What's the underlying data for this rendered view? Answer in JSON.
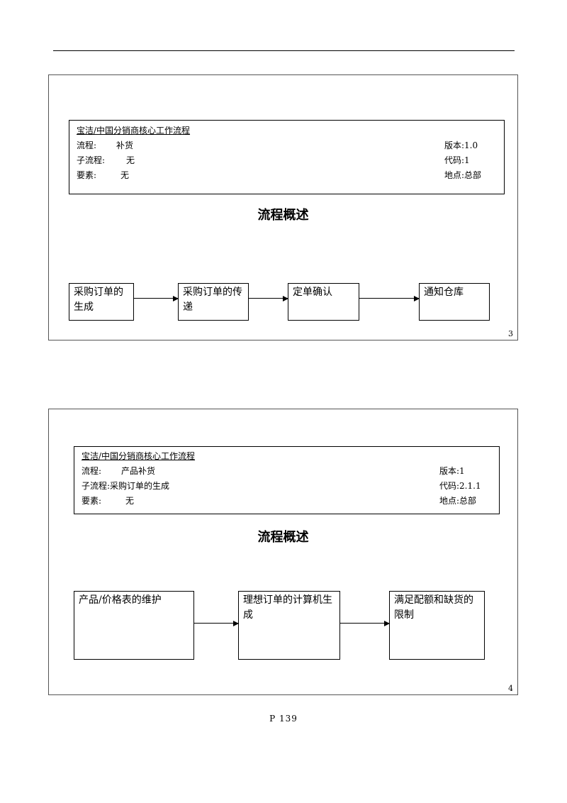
{
  "slides": [
    {
      "header": {
        "title": "宝洁/中国分销商核心工作流程",
        "flow_label": "流程:",
        "flow_value": "补货",
        "subflow_label": "子流程:",
        "subflow_value": "无",
        "element_label": "要素:",
        "element_value": "无",
        "version": "版本:1.0",
        "code": "代码:1",
        "location": "地点:总部"
      },
      "section_title": "流程概述",
      "steps": [
        "采购订单的生成",
        "采购订单的传递",
        "定单确认",
        "通知仓库"
      ],
      "number": "3"
    },
    {
      "header": {
        "title": "宝洁/中国分销商核心工作流程",
        "flow_label": "流程:",
        "flow_value": "产品补货",
        "subflow_label": "子流程:",
        "subflow_value": "采购订单的生成",
        "element_label": "要素:",
        "element_value": "无",
        "version": "版本:1",
        "code": "代码:2.1.1",
        "location": "地点:总部"
      },
      "section_title": "流程概述",
      "steps": [
        "产品/价格表的维护",
        "理想订单的计算机生成",
        "满足配额和缺货的限制"
      ],
      "number": "4"
    }
  ],
  "footer": {
    "page_label": "P 139"
  }
}
